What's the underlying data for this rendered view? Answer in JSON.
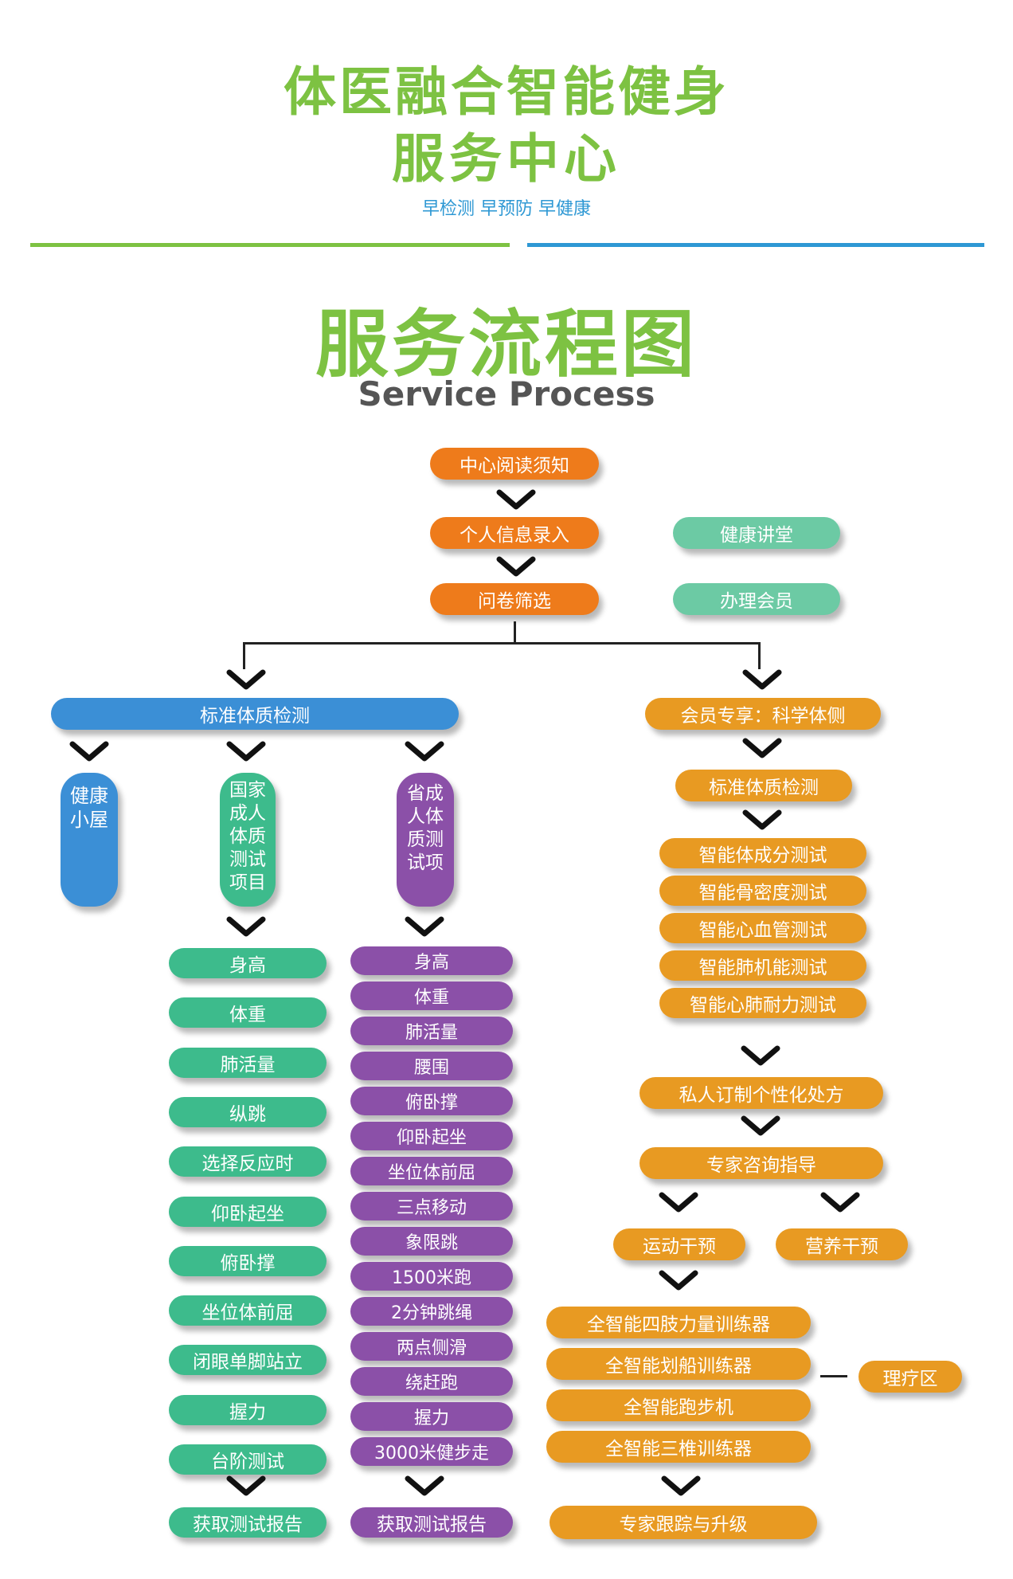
{
  "header": {
    "title_line1": "体医融合智能健身",
    "title_line2": "服务中心",
    "slogan": "早检测 早预防 早健康",
    "section_title": "服务流程图",
    "section_subtitle": "Service Process"
  },
  "colors": {
    "green_title": "#7dc242",
    "blue_accent": "#2e98d4",
    "orange": "#ee7b1b",
    "amber": "#e89a22",
    "green_pill": "#3dbb8c",
    "teal_pill": "#6ccaa4",
    "blue_pill": "#3b8fd6",
    "purple_pill": "#8b50a8"
  },
  "flow": {
    "start": [
      "中心阅读须知",
      "个人信息录入",
      "问卷筛选"
    ],
    "side": [
      "健康讲堂",
      "办理会员"
    ],
    "left_branch": {
      "title": "标准体质检测",
      "sub1": "健康小屋",
      "sub2": "国家成人体质测试项目",
      "sub3": "省成人体质测试项",
      "national_items": [
        "身高",
        "体重",
        "肺活量",
        "纵跳",
        "选择反应时",
        "仰卧起坐",
        "俯卧撑",
        "坐位体前屈",
        "闭眼单脚站立",
        "握力",
        "台阶测试"
      ],
      "national_report": "获取测试报告",
      "province_items": [
        "身高",
        "体重",
        "肺活量",
        "腰围",
        "俯卧撑",
        "仰卧起坐",
        "坐位体前屈",
        "三点移动",
        "象限跳",
        "1500米跑",
        "2分钟跳绳",
        "两点侧滑",
        "绕赶跑",
        "握力",
        "3000米健步走"
      ],
      "province_report": "获取测试报告"
    },
    "right_branch": {
      "title": "会员专享：科学体侧",
      "standard": "标准体质检测",
      "smart_tests": [
        "智能体成分测试",
        "智能骨密度测试",
        "智能心血管测试",
        "智能肺机能测试",
        "智能心肺耐力测试"
      ],
      "custom": "私人订制个性化处方",
      "expert": "专家咨询指导",
      "exercise": "运动干预",
      "nutrition": "营养干预",
      "trainers": [
        "全智能四肢力量训练器",
        "全智能划船训练器",
        "全智能跑步机",
        "全智能三椎训练器"
      ],
      "therapy": "理疗区",
      "final": "专家跟踪与升级"
    }
  }
}
